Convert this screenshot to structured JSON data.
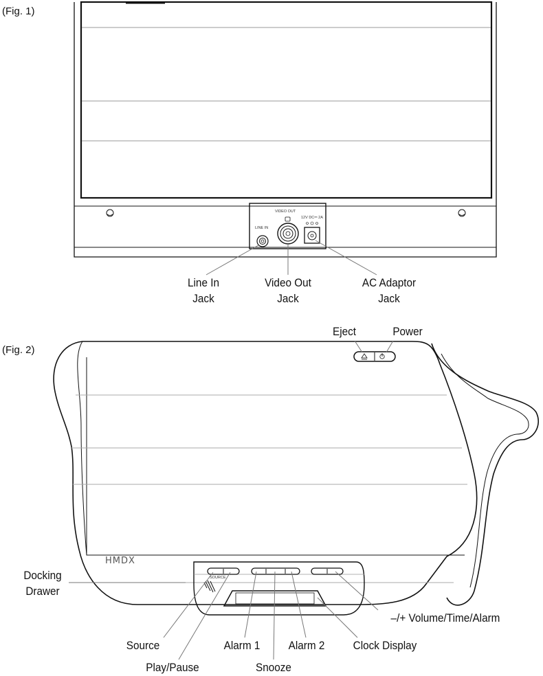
{
  "fig1": {
    "label": "(Fig. 1)",
    "panel_text": {
      "video_out": "VIDEO OUT",
      "line_in": "LINE IN",
      "dc_rating": "12V DC⎓ 2A"
    },
    "callouts": {
      "line_in": [
        "Line In",
        "Jack"
      ],
      "video_out": [
        "Video Out",
        "Jack"
      ],
      "ac_adaptor": [
        "AC Adaptor",
        "Jack"
      ]
    }
  },
  "fig2": {
    "label": "(Fig. 2)",
    "brand": "HMDX",
    "button_text": {
      "source": "SOURCE"
    },
    "callouts": {
      "eject": "Eject",
      "power": "Power",
      "docking_drawer": [
        "Docking",
        "Drawer"
      ],
      "volume": "–/+ Volume/Time/Alarm",
      "source": "Source",
      "play_pause": "Play/Pause",
      "alarm1": "Alarm 1",
      "alarm2": "Alarm 2",
      "clock_display": "Clock Display",
      "snooze": "Snooze"
    }
  }
}
